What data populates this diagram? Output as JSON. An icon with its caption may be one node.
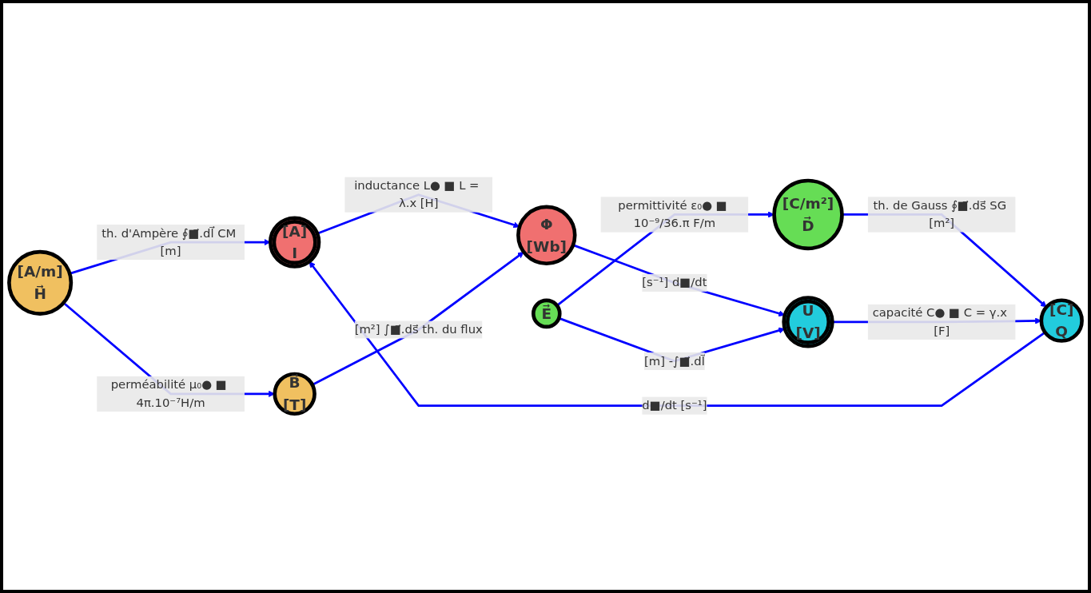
{
  "diagram": {
    "nodes": [
      {
        "text": [
          "[A/m]",
          "H⃗"
        ]
      },
      {
        "text": [
          "[A]",
          "I"
        ]
      },
      {
        "text": [
          "[C]",
          "Q"
        ]
      },
      {
        "text": [
          "[C/m²]",
          "D⃗"
        ]
      },
      {
        "text": [
          "B⃗",
          "[T]"
        ]
      },
      {
        "text": [
          "Φ",
          "[Wb]"
        ]
      },
      {
        "text": [
          "U",
          "[V]"
        ]
      },
      {
        "text": [
          "E⃗"
        ]
      }
    ],
    "edges": [
      {
        "from": 0,
        "to": 1,
        "arrow": "to",
        "label": "th. d'Ampère ∮■⃗.dl⃗ CM [m]"
      },
      {
        "from": 2,
        "to": 1,
        "arrow": "to",
        "label": "d■/dt [s⁻¹]"
      },
      {
        "from": 3,
        "to": 2,
        "arrow": "to",
        "label": "th. de Gauss ∮■⃗.ds⃗ SG [m²]"
      },
      {
        "from": 0,
        "to": 4,
        "arrow": "to",
        "label": "perméabilité μ₀● ■ 4π.10⁻⁷H/m"
      },
      {
        "from": 1,
        "to": 5,
        "arrow": "to",
        "label": "inductance L● ■ L = λ.x [H]"
      },
      {
        "from": 6,
        "to": 2,
        "arrow": "to",
        "label": "capacité C● ■ C = γ.x [F]"
      },
      {
        "from": 7,
        "to": 3,
        "arrow": "to",
        "label": "permittivité ε₀● ■ 10⁻⁹/36.π F/m"
      },
      {
        "from": 4,
        "to": 5,
        "arrow": "to",
        "label": "[m²] ∫■⃗.ds⃗ th. du flux"
      },
      {
        "from": 5,
        "to": 6,
        "arrow": "to",
        "label": "[s⁻¹] d■/dt"
      },
      {
        "from": 7,
        "to": 6,
        "arrow": "to",
        "label": "[m] -∫■⃗.dl⃗"
      }
    ]
  }
}
